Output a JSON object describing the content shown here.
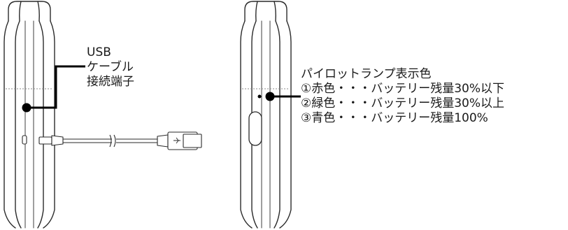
{
  "usb_callout": {
    "lines": [
      "USB",
      "ケーブル",
      "接続端子"
    ]
  },
  "lamp_callout": {
    "title": "パイロットランプ表示色",
    "items": [
      "①赤色・・・バッテリー残量30%以下",
      "②緑色・・・バッテリー残量30%以上",
      "③青色・・・バッテリー残量100%"
    ]
  },
  "colors": {
    "outline": "#2a2a2a",
    "line": "#000000",
    "background": "#ffffff"
  }
}
